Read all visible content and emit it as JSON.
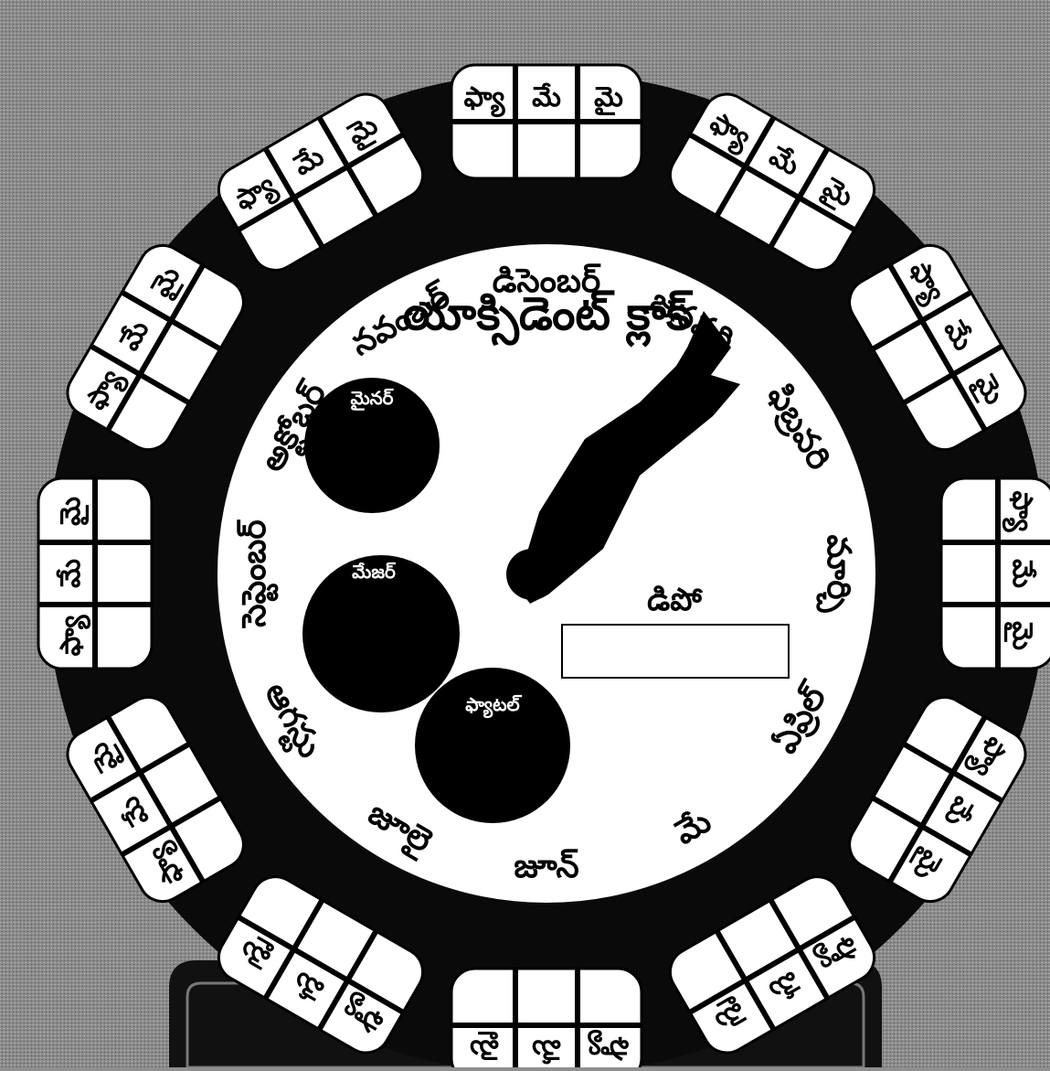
{
  "title": "యాక్సిడెంట్ క్లాక్",
  "months": [
    {
      "name": "డిసెంబర్",
      "angle": 0
    },
    {
      "name": "జనవరి",
      "angle": 30
    },
    {
      "name": "ఫిబ్రవరి",
      "angle": 60
    },
    {
      "name": "మార్చి",
      "angle": 90
    },
    {
      "name": "ఏప్రిల్",
      "angle": 120
    },
    {
      "name": "మే",
      "angle": 150
    },
    {
      "name": "జూన్",
      "angle": 180
    },
    {
      "name": "జూలై",
      "angle": 210
    },
    {
      "name": "ఆగస్టు",
      "angle": 240
    },
    {
      "name": "సెప్టెంబర్",
      "angle": 270
    },
    {
      "name": "అక్టోబర్",
      "angle": 300
    },
    {
      "name": "నవంబర్",
      "angle": 330
    }
  ],
  "box_labels": [
    "ఫ్యా",
    "మే",
    "మై"
  ],
  "circles": [
    {
      "label": "మైనర్"
    },
    {
      "label": "మేజర్"
    },
    {
      "label": "ఫ్యాటల్"
    }
  ],
  "depot_label": "డిపో",
  "depot_value": "",
  "colors": {
    "face": "#ffffff",
    "ring": "#0a0a0a",
    "background": "#8f8f8f",
    "ink": "#000000"
  }
}
